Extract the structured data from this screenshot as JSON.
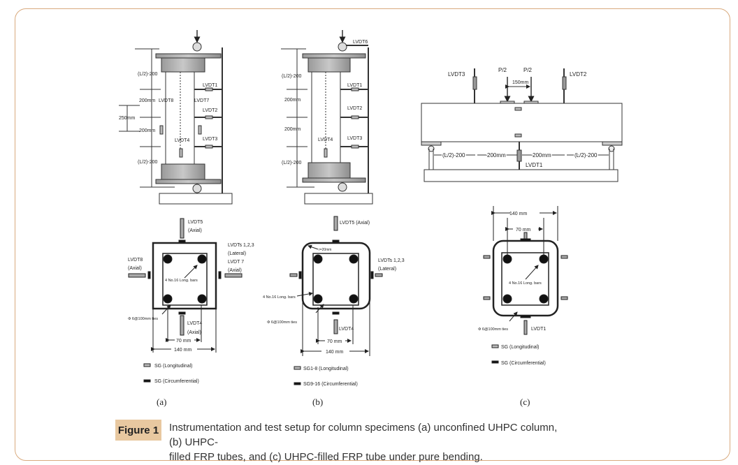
{
  "figure": {
    "label": "Figure 1",
    "caption_line1": "Instrumentation and test setup for column specimens (a) unconfined UHPC column, (b) UHPC-",
    "caption_line2": "filled FRP tubes, and (c) UHPC-filled FRP tube under pure bending."
  },
  "panel_a": {
    "sublabel": "(a)",
    "elevation": {
      "dim_top": "(L/2)-200",
      "dim_mid1": "200mm",
      "dim_250": "250mm",
      "dim_mid2": "200mm",
      "dim_bottom": "(L/2)-200",
      "lvdt8": "LVDT8",
      "lvdt7": "LVDT7",
      "lvdt1": "LVDT1",
      "lvdt2": "LVDT2",
      "lvdt3": "LVDT3",
      "lvdt4": "LVDT4"
    },
    "section": {
      "lvdt5": "LVDT5",
      "lvdt5_axial": "(Axial)",
      "lvdts123": "LVDTs 1,2,3",
      "lateral": "(Lateral)",
      "lvdt7": "LVDT 7",
      "lvdt7_axial": "(Axial)",
      "lvdt8": "LVDT8",
      "lvdt8_axial": "(Axial)",
      "bars": "4 No.16 Long. bars",
      "ties": "Φ 6@100mm ties",
      "lvdt4": "LVDT4",
      "lvdt4_axial": "(Axial)",
      "dim_inner": "70 mm",
      "dim_outer": "140 mm"
    },
    "legend": {
      "longitudinal": "SG (Longitudinal)",
      "circumferential": "SG (Circumferential)"
    }
  },
  "panel_b": {
    "sublabel": "(b)",
    "elevation": {
      "lvdt6": "LVDT6",
      "dim_top": "(L/2)-200",
      "dim_mid1": "200mm",
      "dim_mid2": "200mm",
      "dim_bottom": "(L/2)-200",
      "lvdt1": "LVDT1",
      "lvdt2": "LVDT2",
      "lvdt3": "LVDT3",
      "lvdt4": "LVDT4"
    },
    "section": {
      "lvdt5": "LVDT5 (Axial)",
      "radius": "r=20mm",
      "lvdts123": "LVDTs 1,2,3",
      "lateral": "(Lateral)",
      "bars": "4 No.16 Long. bars",
      "ties": "Φ 6@100mm ties",
      "lvdt4": "LVDT4",
      "dim_inner": "70 mm",
      "dim_outer": "140 mm"
    },
    "legend": {
      "longitudinal": "SG1-8 (Longitudinal)",
      "circumferential": "SG9-16 (Circumferential)"
    }
  },
  "panel_c": {
    "sublabel": "(c)",
    "beam": {
      "lvdt3": "LVDT3",
      "lvdt2": "LVDT2",
      "load_left": "P/2",
      "load_right": "P/2",
      "load_spacing": "150mm",
      "dim_left": "(L/2)-200",
      "dim_mid_left": "200mm",
      "dim_mid_right": "200mm",
      "dim_right": "(L/2)-200",
      "lvdt1": "LVDT1"
    },
    "section": {
      "dim_outer": "140 mm",
      "dim_inner": "70 mm",
      "bars": "4 No.16 Long. bars",
      "ties": "Φ 6@100mm ties",
      "lvdt1": "LVDT1"
    },
    "legend": {
      "longitudinal": "SG (Longitudinal)",
      "circumferential": "SG (Circumferential)"
    }
  }
}
